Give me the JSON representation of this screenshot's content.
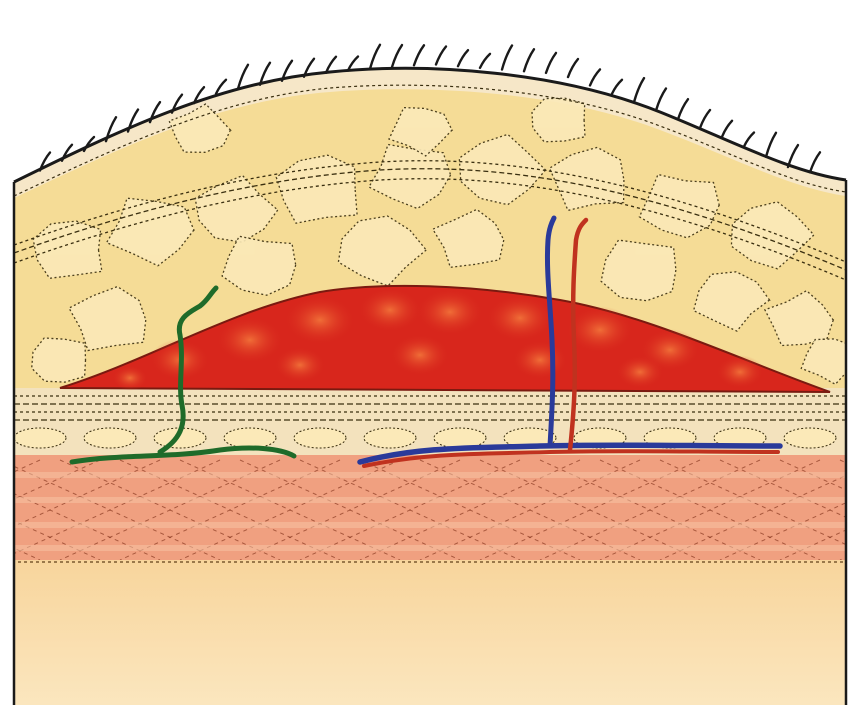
{
  "diagram": {
    "colors": {
      "background": "#ffffff",
      "skin_outline": "#1a1a1a",
      "epidermis": "#f6e7c8",
      "fat": "#f5dc96",
      "fat_lobule": "#fbe9b8",
      "fat_dots": "#3a2f10",
      "hematoma": "#d8261c",
      "hematoma_highlight": "#f0582e",
      "fascia": "#f3e2bd",
      "muscle": "#f0a080",
      "muscle_light": "#f8c4a4",
      "bone": "#f8dca8",
      "nerve": "#1f6b2a",
      "vein": "#2a3a9a",
      "artery": "#c0321f"
    },
    "structures": [
      {
        "id": "hair"
      },
      {
        "id": "skin-surface"
      },
      {
        "id": "subcutaneous-fat"
      },
      {
        "id": "hematoma"
      },
      {
        "id": "fascia"
      },
      {
        "id": "muscle"
      },
      {
        "id": "deep-layer"
      },
      {
        "id": "nerve"
      },
      {
        "id": "vein"
      },
      {
        "id": "artery"
      }
    ]
  }
}
